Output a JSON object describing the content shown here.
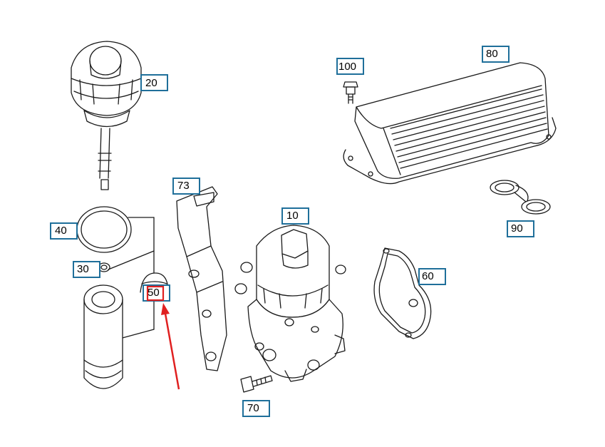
{
  "callouts": [
    {
      "id": "20",
      "label": "20"
    },
    {
      "id": "100",
      "label": "100"
    },
    {
      "id": "80",
      "label": "80"
    },
    {
      "id": "73",
      "label": "73"
    },
    {
      "id": "10",
      "label": "10"
    },
    {
      "id": "40",
      "label": "40"
    },
    {
      "id": "90",
      "label": "90"
    },
    {
      "id": "30",
      "label": "30"
    },
    {
      "id": "60",
      "label": "60"
    },
    {
      "id": "50",
      "label": "50"
    },
    {
      "id": "70",
      "label": "70"
    }
  ],
  "highlight": {
    "target": "50",
    "color": "#e02020"
  },
  "colors": {
    "callout_border": "#1f6f9a",
    "highlight": "#e02020",
    "line_art": "#1a1a1a"
  }
}
